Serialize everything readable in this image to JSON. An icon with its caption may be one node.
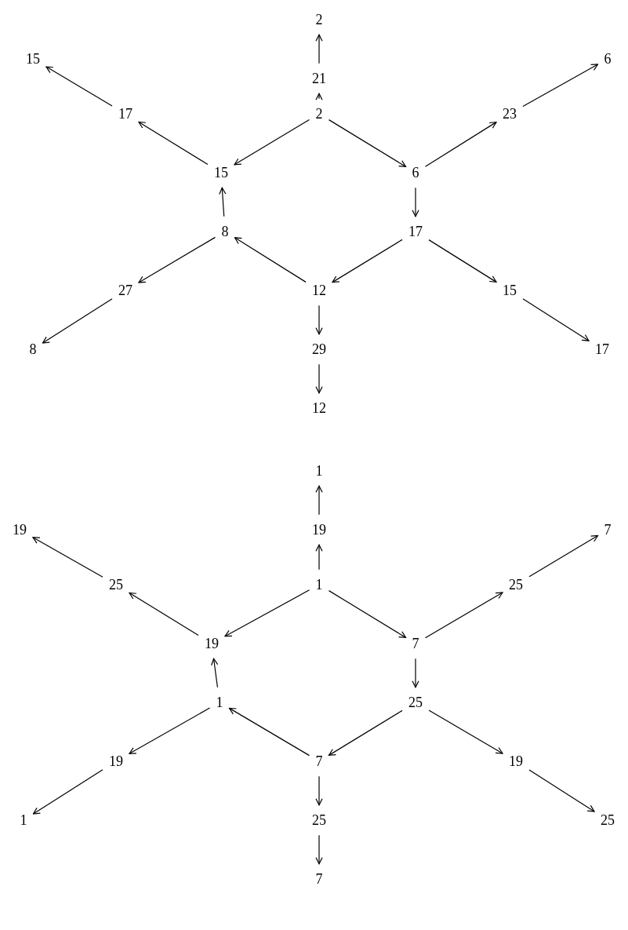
{
  "diagram": {
    "nodes": [
      {
        "text": [
          "2"
        ]
      },
      {
        "text": [
          "15"
        ]
      },
      {
        "text": [
          "21"
        ]
      },
      {
        "text": [
          "6"
        ]
      },
      {
        "text": [
          "17"
        ]
      },
      {
        "text": [
          "2"
        ]
      },
      {
        "text": [
          "23"
        ]
      },
      {
        "text": [
          "15"
        ]
      },
      {
        "text": [
          "6"
        ]
      },
      {
        "text": [
          "8"
        ]
      },
      {
        "text": [
          "17"
        ]
      },
      {
        "text": [
          "27"
        ]
      },
      {
        "text": [
          "12"
        ]
      },
      {
        "text": [
          "15"
        ]
      },
      {
        "text": [
          "8"
        ]
      },
      {
        "text": [
          "29"
        ]
      },
      {
        "text": [
          "17"
        ]
      },
      {
        "text": [
          "12"
        ]
      },
      {
        "text": [
          "1"
        ]
      },
      {
        "text": [
          "19"
        ]
      },
      {
        "text": [
          "19"
        ]
      },
      {
        "text": [
          "7"
        ]
      },
      {
        "text": [
          "25"
        ]
      },
      {
        "text": [
          "1"
        ]
      },
      {
        "text": [
          "25"
        ]
      },
      {
        "text": [
          "19"
        ]
      },
      {
        "text": [
          "7"
        ]
      },
      {
        "text": [
          "1"
        ]
      },
      {
        "text": [
          "25"
        ]
      },
      {
        "text": [
          "19"
        ]
      },
      {
        "text": [
          "7"
        ]
      },
      {
        "text": [
          "19"
        ]
      },
      {
        "text": [
          "1"
        ]
      },
      {
        "text": [
          "25"
        ]
      },
      {
        "text": [
          "25"
        ]
      },
      {
        "text": [
          "7"
        ]
      }
    ],
    "edges": [
      {
        "from": 2,
        "to": 0,
        "arrow": "to"
      },
      {
        "from": 5,
        "to": 2,
        "arrow": "to"
      },
      {
        "from": 4,
        "to": 1,
        "arrow": "to"
      },
      {
        "from": 7,
        "to": 4,
        "arrow": "to"
      },
      {
        "from": 5,
        "to": 7,
        "arrow": "to"
      },
      {
        "from": 5,
        "to": 8,
        "arrow": "to"
      },
      {
        "from": 8,
        "to": 6,
        "arrow": "to"
      },
      {
        "from": 6,
        "to": 3,
        "arrow": "to"
      },
      {
        "from": 9,
        "to": 7,
        "arrow": "to"
      },
      {
        "from": 8,
        "to": 10,
        "arrow": "to"
      },
      {
        "from": 9,
        "to": 11,
        "arrow": "to"
      },
      {
        "from": 12,
        "to": 9,
        "arrow": "to"
      },
      {
        "from": 10,
        "to": 12,
        "arrow": "to"
      },
      {
        "from": 10,
        "to": 13,
        "arrow": "to"
      },
      {
        "from": 11,
        "to": 14,
        "arrow": "to"
      },
      {
        "from": 12,
        "to": 15,
        "arrow": "to"
      },
      {
        "from": 13,
        "to": 16,
        "arrow": "to"
      },
      {
        "from": 15,
        "to": 17,
        "arrow": "to"
      },
      {
        "from": 20,
        "to": 18,
        "arrow": "to"
      },
      {
        "from": 23,
        "to": 20,
        "arrow": "to"
      },
      {
        "from": 22,
        "to": 19,
        "arrow": "to"
      },
      {
        "from": 25,
        "to": 22,
        "arrow": "to"
      },
      {
        "from": 23,
        "to": 25,
        "arrow": "to"
      },
      {
        "from": 23,
        "to": 26,
        "arrow": "to"
      },
      {
        "from": 26,
        "to": 24,
        "arrow": "to"
      },
      {
        "from": 24,
        "to": 21,
        "arrow": "to"
      },
      {
        "from": 27,
        "to": 25,
        "arrow": "to"
      },
      {
        "from": 26,
        "to": 28,
        "arrow": "to"
      },
      {
        "from": 27,
        "to": 29,
        "arrow": "to"
      },
      {
        "from": 30,
        "to": 27,
        "arrow": "to"
      },
      {
        "from": 28,
        "to": 30,
        "arrow": "to"
      },
      {
        "from": 28,
        "to": 31,
        "arrow": "to"
      },
      {
        "from": 29,
        "to": 32,
        "arrow": "to"
      },
      {
        "from": 30,
        "to": 33,
        "arrow": "to"
      },
      {
        "from": 31,
        "to": 34,
        "arrow": "to"
      },
      {
        "from": 33,
        "to": 35,
        "arrow": "to"
      }
    ]
  }
}
